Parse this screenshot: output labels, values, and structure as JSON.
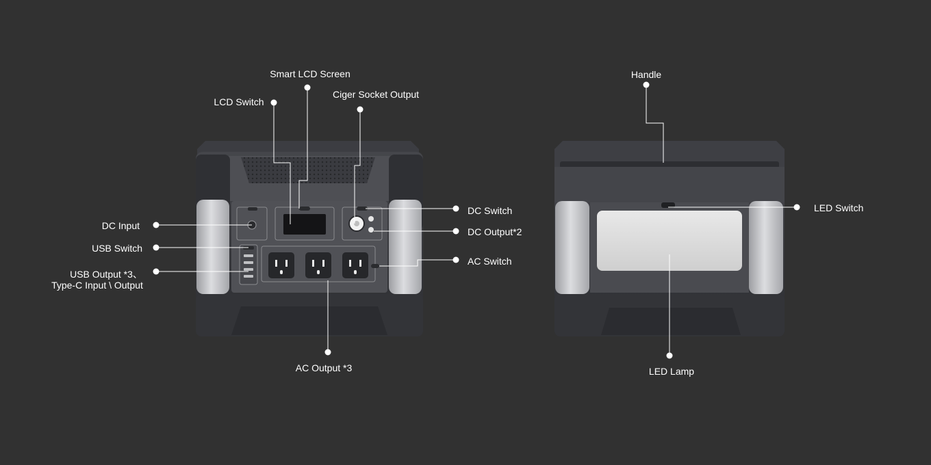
{
  "colors": {
    "background": "#313131",
    "device_dark": "#2e2f33",
    "device_mid": "#4a4b50",
    "panel_gray": "#55565b",
    "side_light": "#c9cacd",
    "lamp": "#e2e2e2",
    "leader_line": "#ffffff"
  },
  "front_view": {
    "labels": {
      "smart_lcd_screen": "Smart LCD Screen",
      "lcd_switch": "LCD Switch",
      "ciger_socket_output": "Ciger Socket Output",
      "dc_switch": "DC Switch",
      "dc_output": "DC Output*2",
      "ac_switch": "AC Switch",
      "dc_input": "DC Input",
      "usb_switch": "USB Switch",
      "usb_output_line1": "USB Output *3、",
      "usb_output_line2": "Type-C Input \\ Output",
      "ac_output": "AC Output *3"
    }
  },
  "rear_view": {
    "labels": {
      "handle": "Handle",
      "led_switch": "LED Switch",
      "led_lamp": "LED Lamp"
    }
  }
}
